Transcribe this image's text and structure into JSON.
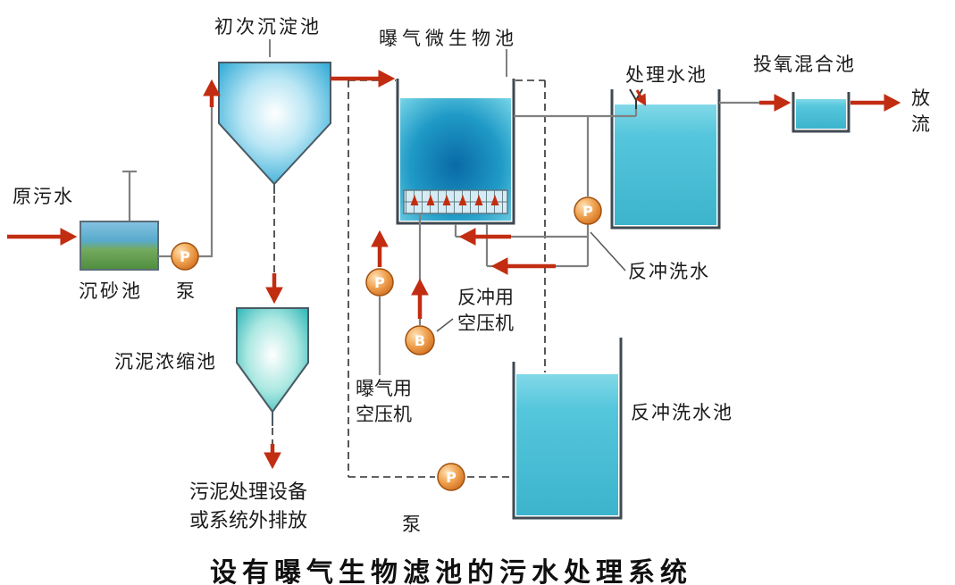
{
  "title": "设有曝气生物滤池的污水处理系统",
  "colors": {
    "tank_water": "#55c6dc",
    "aeration_center": "#0a6aa6",
    "grit_green": "#4f8e3e",
    "arrow_red": "#c22d12",
    "pump_orange": "#e8953f",
    "dashed_line": "#2f2f2f",
    "pipe_gray": "#808080"
  },
  "labels": {
    "raw_sewage": "原污水",
    "grit_tank": "沉砂池",
    "feed_pump": "泵",
    "primary_clarifier": "初次沉淀池",
    "aeration_bio_tank": "曝气微生物池",
    "treated_water_tank": "处理水池",
    "oxygen_mixing_tank": "投氧混合池",
    "discharge_char1": "放",
    "discharge_char2": "流",
    "backwash_water": "反冲洗水",
    "backwash_compressor_l1": "反冲用",
    "backwash_compressor_l2": "空压机",
    "aeration_compressor_l1": "曝气用",
    "aeration_compressor_l2": "空压机",
    "sludge_thickener": "沉泥浓缩池",
    "sludge_disposal_l1": "污泥处理设备",
    "sludge_disposal_l2": "或系统外排放",
    "backwash_tank": "反冲洗水池",
    "bottom_pump": "泵"
  },
  "pumps": {
    "feed_pump": "P",
    "aeration_air_pump": "P",
    "aeration_blower": "B",
    "backwash_pump": "P",
    "backwash_transfer_pump": "P"
  }
}
